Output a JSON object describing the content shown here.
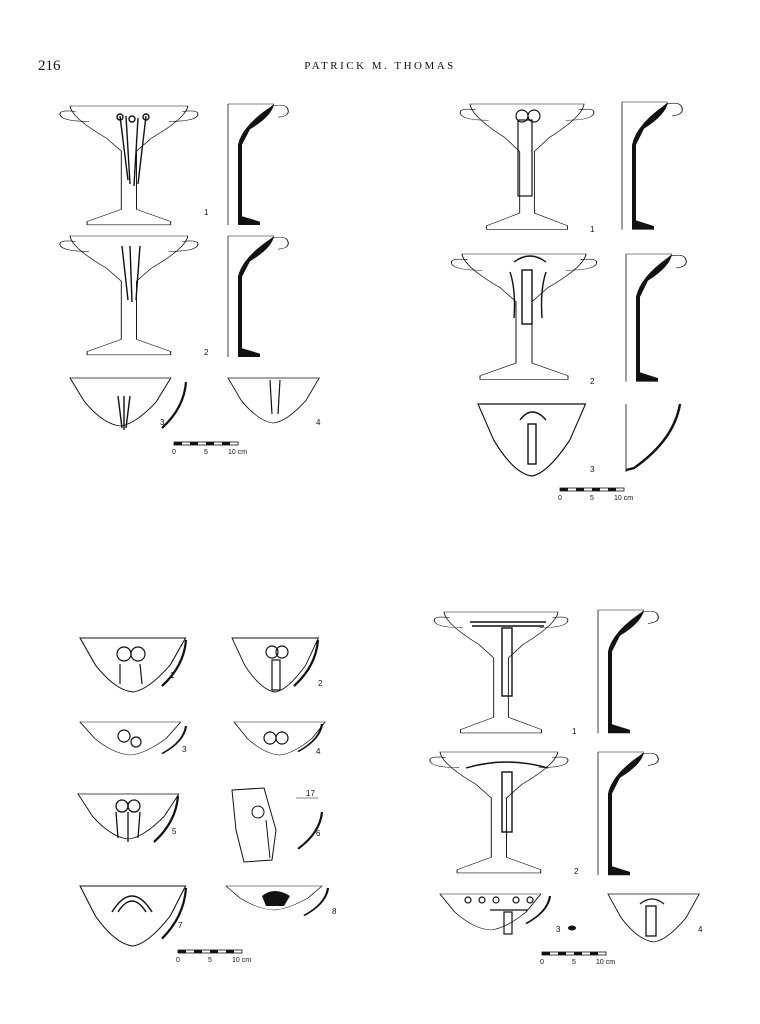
{
  "header": {
    "page_number": "216",
    "running_head": "PATRICK M. THOMAS"
  },
  "plates": [
    {
      "id": "top-left",
      "figures": [
        "1",
        "2",
        "3",
        "4"
      ],
      "scale": {
        "zero": "0",
        "mid": "5",
        "end": "10 cm"
      }
    },
    {
      "id": "top-right",
      "figures": [
        "1",
        "2",
        "3"
      ],
      "scale": {
        "zero": "0",
        "mid": "5",
        "end": "10 cm"
      }
    },
    {
      "id": "bottom-left",
      "figures": [
        "1",
        "2",
        "3",
        "4",
        "5",
        "6",
        "7",
        "8"
      ],
      "annotation": "17",
      "scale": {
        "zero": "0",
        "mid": "5",
        "end": "10 cm"
      }
    },
    {
      "id": "bottom-right",
      "figures": [
        "1",
        "2",
        "3",
        "4"
      ],
      "scale": {
        "zero": "0",
        "mid": "5",
        "end": "10 cm"
      }
    }
  ]
}
